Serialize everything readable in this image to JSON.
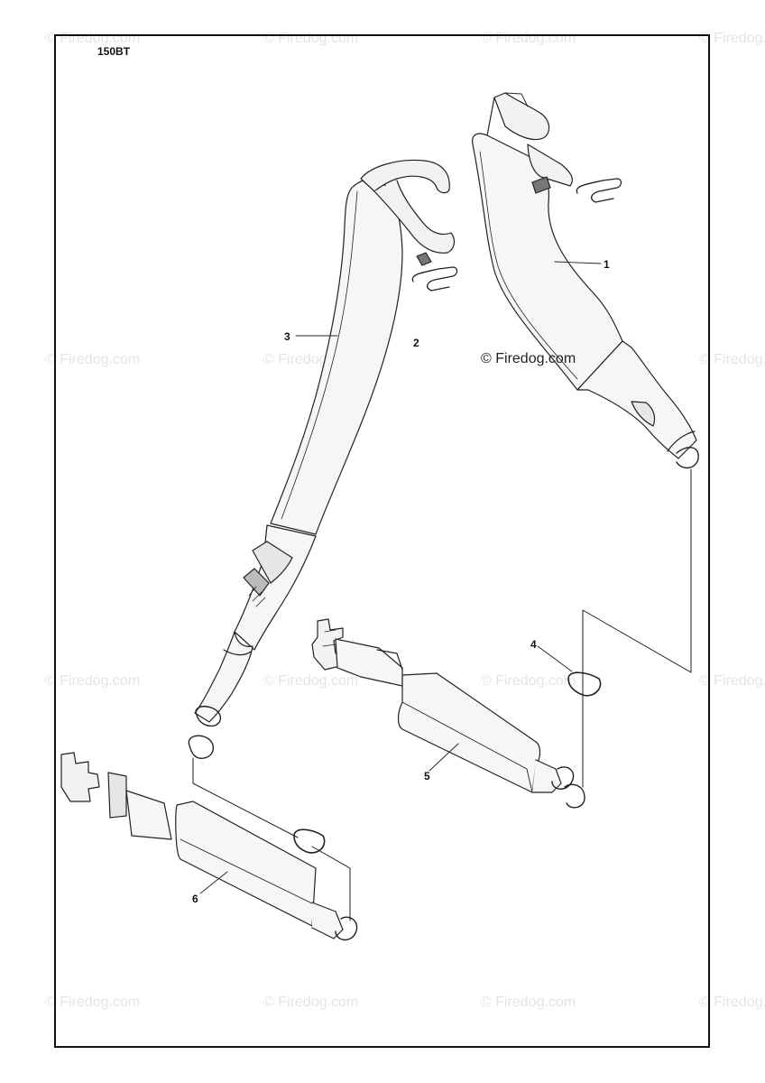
{
  "header": {
    "model": "150BT"
  },
  "watermark": {
    "text": "© Firedog.com"
  },
  "center_watermark": "© Firedog.com",
  "callouts": [
    {
      "id": "1",
      "label": "1"
    },
    {
      "id": "2",
      "label": "2"
    },
    {
      "id": "3",
      "label": "3"
    },
    {
      "id": "4",
      "label": "4"
    },
    {
      "id": "5",
      "label": "5"
    },
    {
      "id": "6",
      "label": "6"
    }
  ],
  "colors": {
    "line": "#222222",
    "fill": "#f4f4f4",
    "shade": "#d8d8d8",
    "watermark": "#e4e4e4"
  }
}
